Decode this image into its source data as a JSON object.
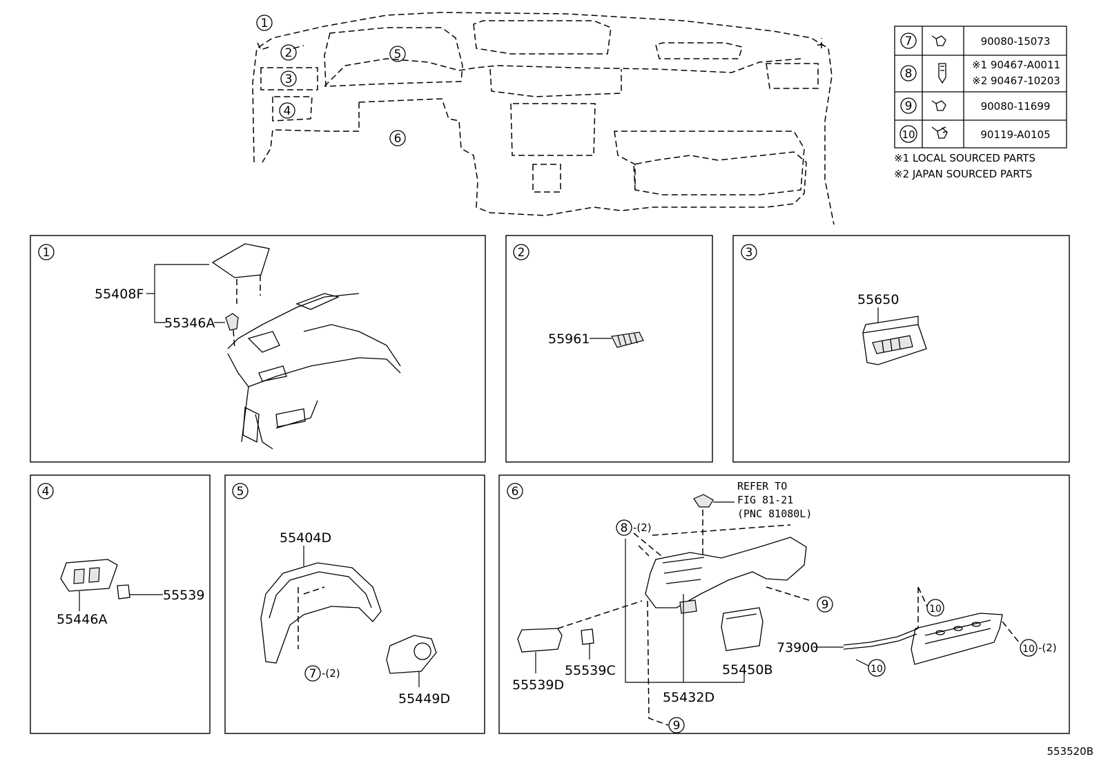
{
  "overview": {
    "markers": [
      "1",
      "2",
      "3",
      "4",
      "5",
      "6"
    ]
  },
  "fastener_table": {
    "rows": [
      {
        "ref": "7",
        "icon": "bolt-icon",
        "parts": [
          "90080-15073"
        ]
      },
      {
        "ref": "8",
        "icon": "clip-icon",
        "parts": [
          "※1 90467-A0011",
          "※2 90467-10203"
        ]
      },
      {
        "ref": "9",
        "icon": "bolt-icon",
        "parts": [
          "90080-11699"
        ]
      },
      {
        "ref": "10",
        "icon": "bolt-icon",
        "parts": [
          "90119-A0105"
        ]
      }
    ],
    "notes": [
      "※1 LOCAL SOURCED PARTS",
      "※2 JAPAN SOURCED PARTS"
    ]
  },
  "panels": {
    "p1": {
      "marker": "1",
      "parts": [
        "55408F",
        "55346A"
      ]
    },
    "p2": {
      "marker": "2",
      "parts": [
        "55961"
      ]
    },
    "p3": {
      "marker": "3",
      "parts": [
        "55650"
      ]
    },
    "p4": {
      "marker": "4",
      "parts": [
        "55539",
        "55446A"
      ]
    },
    "p5": {
      "marker": "5",
      "parts": [
        "55404D",
        "55449D"
      ],
      "callout": {
        "ref": "7",
        "qty": "-(2)"
      }
    },
    "p6": {
      "marker": "6",
      "parts": [
        "55539D",
        "55539C",
        "55450B",
        "55432D",
        "73900"
      ],
      "refer_to": [
        "REFER TO",
        "FIG 81-21",
        "(PNC 81080L)"
      ],
      "callouts": [
        {
          "ref": "8",
          "qty": "-(2)"
        },
        {
          "ref": "9",
          "qty": ""
        },
        {
          "ref": "9",
          "qty": ""
        },
        {
          "ref": "10",
          "qty": ""
        },
        {
          "ref": "10",
          "qty": ""
        },
        {
          "ref": "10",
          "qty": "-(2)"
        }
      ]
    }
  },
  "figure_id": "553520B"
}
